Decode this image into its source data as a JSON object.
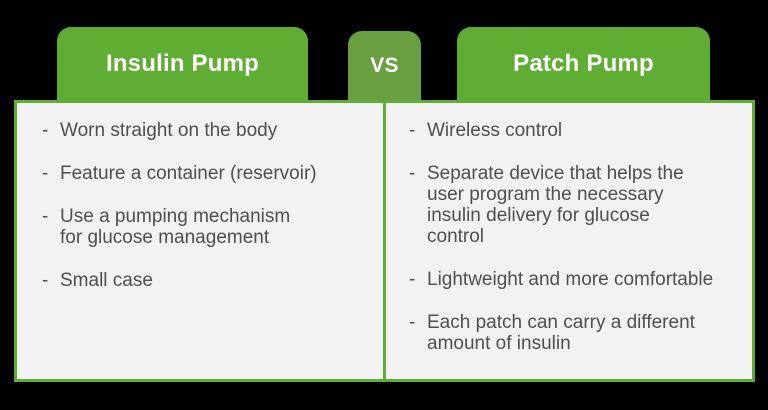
{
  "vs_label": "VS",
  "bullet_marker": "-",
  "columns": {
    "left": {
      "heading": "Insulin Pump",
      "items": [
        "Worn straight on the body",
        "Feature a container (reservoir)",
        "Use a pumping mechanism\nfor glucose management",
        "Small case"
      ]
    },
    "right": {
      "heading": "Patch Pump",
      "items": [
        "Wireless control",
        "Separate device that helps the\nuser program the necessary\ninsulin delivery for glucose\ncontrol",
        "Lightweight and more comfortable",
        "Each patch can carry a different\namount of insulin"
      ]
    }
  },
  "colors": {
    "accent_green": "#5fae33",
    "vs_green": "#699e41",
    "panel_background": "#f2f2f2",
    "text_gray": "#4f4f4f",
    "background": "#000000"
  }
}
